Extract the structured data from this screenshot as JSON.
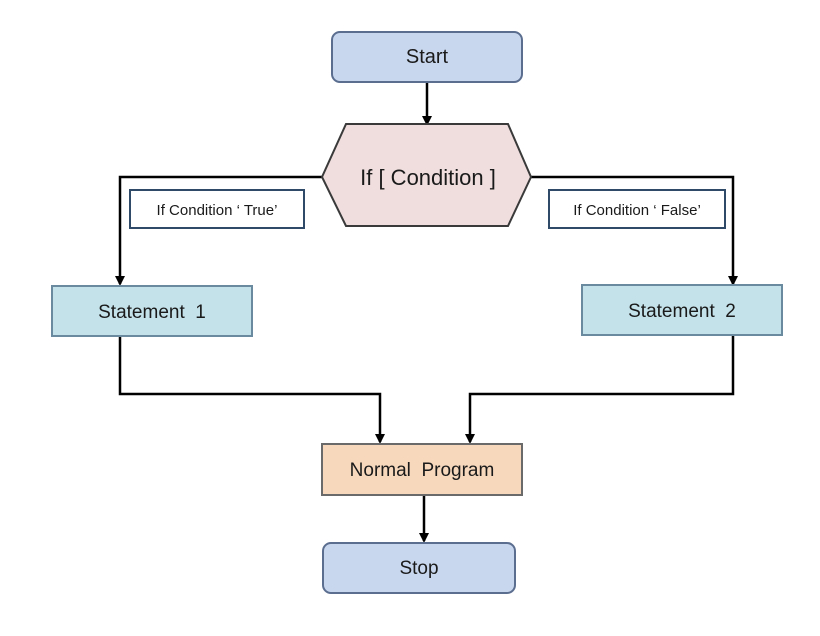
{
  "diagram": {
    "nodes": {
      "start": {
        "label": "Start",
        "fill": "#c9d7ee",
        "stroke": "#5b6e8f"
      },
      "condition": {
        "label": "If [ Condition ]",
        "fill": "#f0dede",
        "stroke": "#3a3a3a"
      },
      "true_label": {
        "label": "If Condition ‘ True’",
        "fill": "#ffffff",
        "stroke": "#2f4a68"
      },
      "false_label": {
        "label": "If Condition ‘ False’",
        "fill": "#ffffff",
        "stroke": "#2f4a68"
      },
      "statement1": {
        "label": "Statement  1",
        "fill": "#c4e2ea",
        "stroke": "#6a8aa0"
      },
      "statement2": {
        "label": "Statement  2",
        "fill": "#c4e2ea",
        "stroke": "#6a8aa0"
      },
      "normal": {
        "label": "Normal  Program",
        "fill": "#f7d8bd",
        "stroke": "#6a6a6a"
      },
      "stop": {
        "label": "Stop",
        "fill": "#c9d7ee",
        "stroke": "#5b6e8f"
      }
    },
    "edges": [
      {
        "from": "start",
        "to": "condition"
      },
      {
        "from": "condition",
        "to": "statement1",
        "label": "true_label"
      },
      {
        "from": "condition",
        "to": "statement2",
        "label": "false_label"
      },
      {
        "from": "statement1",
        "to": "normal"
      },
      {
        "from": "statement2",
        "to": "normal"
      },
      {
        "from": "normal",
        "to": "stop"
      }
    ],
    "line_color": "#000000"
  }
}
